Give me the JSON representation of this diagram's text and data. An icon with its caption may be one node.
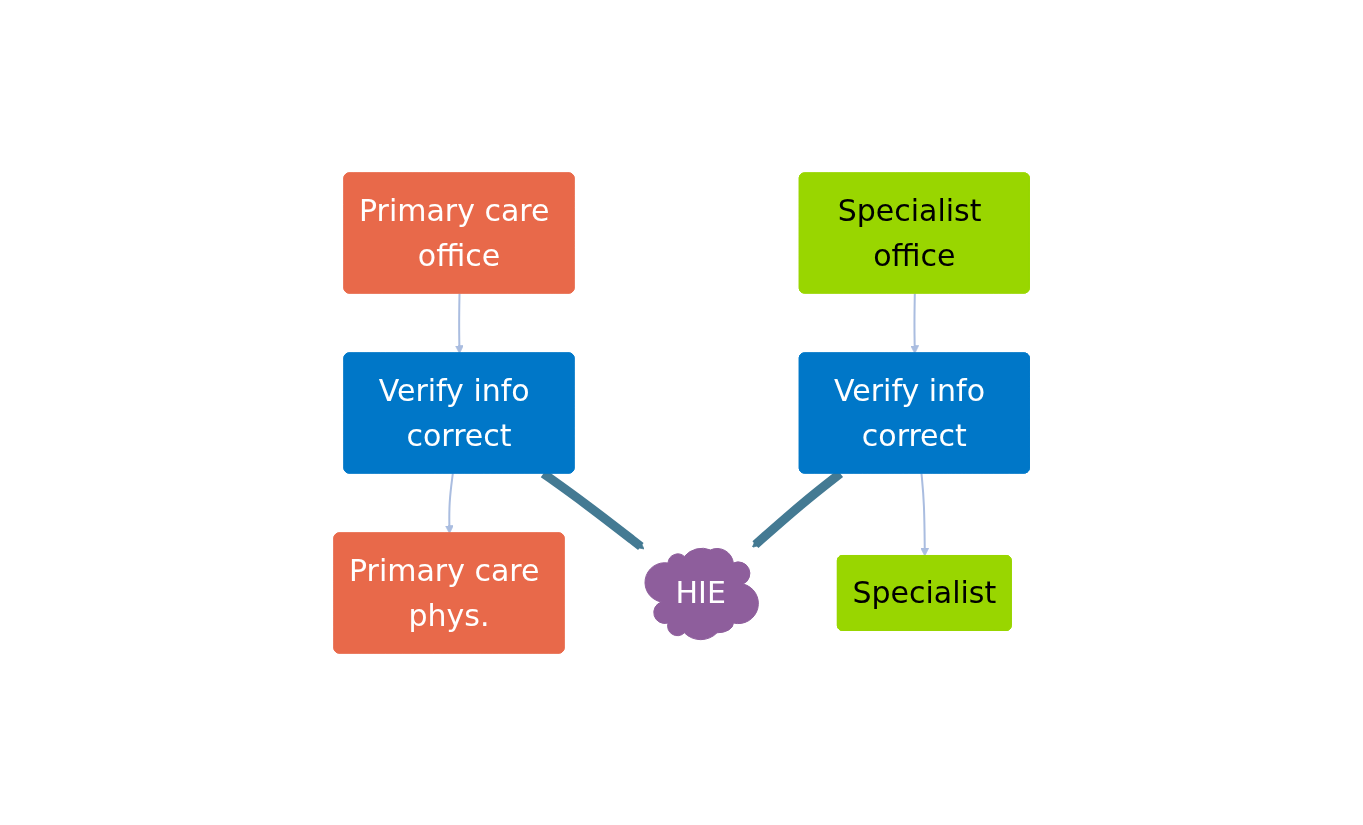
{
  "diagram": {
    "nodes": [
      {
        "text": [
          "Primary care office"
        ]
      },
      {
        "text": [
          "Verify info correct"
        ]
      },
      {
        "text": [
          "Primary care phys."
        ]
      },
      {
        "text": [
          "HIE"
        ]
      },
      {
        "text": [
          "Specialist office"
        ]
      },
      {
        "text": [
          "Verify info correct"
        ]
      },
      {
        "text": [
          "Specialist"
        ]
      }
    ],
    "edges": [
      {
        "from": 0,
        "to": 1,
        "arrow": "to"
      },
      {
        "from": 1,
        "to": 2,
        "arrow": "to"
      },
      {
        "from": 1,
        "to": 3,
        "arrow": "to",
        "style": "thick",
        "color": "#447a93"
      },
      {
        "from": 4,
        "to": 5,
        "arrow": "to"
      },
      {
        "from": 5,
        "to": 6,
        "arrow": "to"
      },
      {
        "from": 5,
        "to": 3,
        "arrow": "to",
        "style": "thick",
        "color": "#447a93"
      }
    ]
  }
}
